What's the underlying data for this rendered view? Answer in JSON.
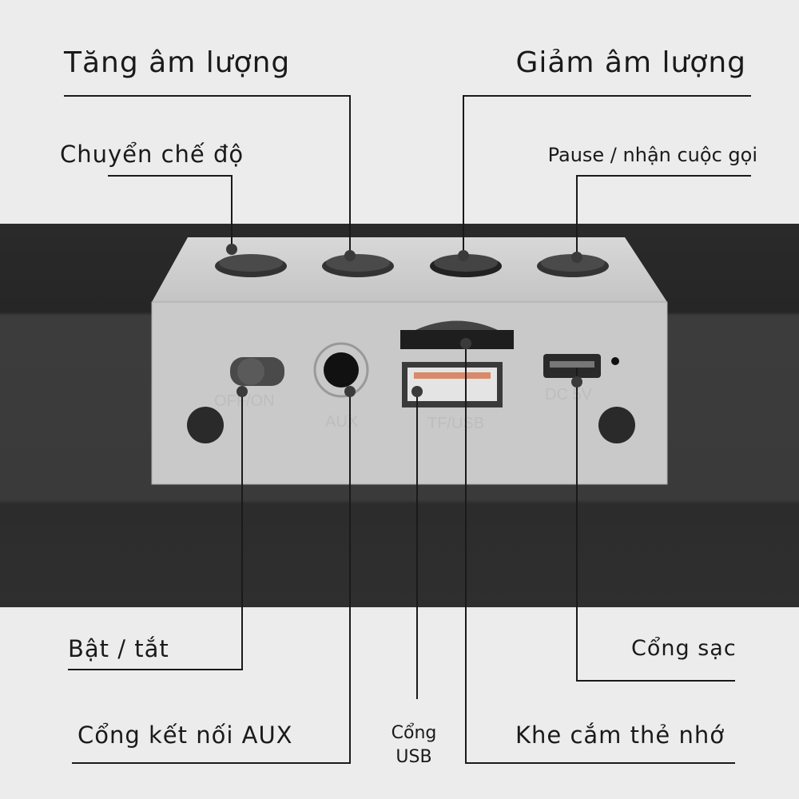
{
  "labels": {
    "volume_up": "Tăng âm lượng",
    "volume_down": "Giảm âm lượng",
    "mode": "Chuyển chế độ",
    "pause_call": "Pause / nhận cuộc gọi",
    "power": "Bật / tắt",
    "aux": "Cổng kết nối AUX",
    "usb_line1": "Cổng",
    "usb_line2": "USB",
    "memory_card": "Khe cắm thẻ nhớ",
    "charging": "Cổng sạc"
  },
  "device_markings": {
    "switch": "OFF/ON",
    "aux": "AUX",
    "usb": "TF/USB",
    "dc": "DC 5V"
  },
  "colors": {
    "background": "#ececec",
    "device_bar": "#2e2e2e",
    "panel": "#c8c8c8",
    "line": "#1a1a1a"
  }
}
